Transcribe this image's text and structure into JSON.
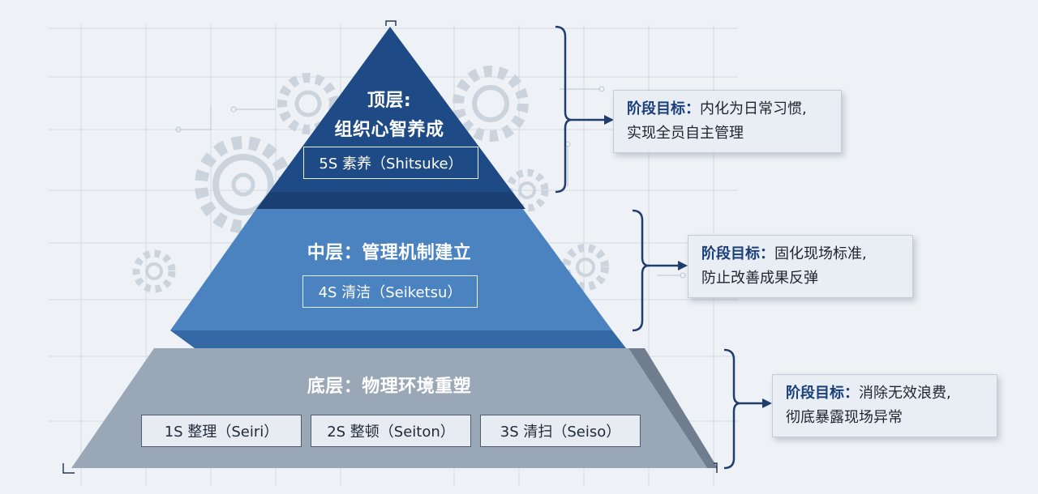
{
  "colors": {
    "top_tier": "#1e4a86",
    "middle_tier": "#4b83c1",
    "bottom_tier": "#9aa7b6",
    "goal_label": "#1b3f78",
    "bracket": "#1f3e6e"
  },
  "tiers": {
    "top": {
      "title_line1": "顶层:",
      "title_line2": "组织心智养成",
      "s_items": [
        "5S 素养（Shitsuke）"
      ]
    },
    "middle": {
      "title": "中层：管理机制建立",
      "s_items": [
        "4S 清洁（Seiketsu）"
      ]
    },
    "bottom": {
      "title": "底层：物理环境重塑",
      "s_items": [
        "1S 整理（Seiri）",
        "2S 整顿（Seiton）",
        "3S 清扫（Seiso）"
      ]
    }
  },
  "goals": [
    {
      "label": "阶段目标：",
      "line1": "内化为日常习惯,",
      "line2": "实现全员自主管理"
    },
    {
      "label": "阶段目标：",
      "line1": "固化现场标准,",
      "line2": "防止改善成果反弹"
    },
    {
      "label": "阶段目标：",
      "line1": "消除无效浪费,",
      "line2": "彻底暴露现场异常"
    }
  ],
  "decor_icons": [
    "gear-icon",
    "arrow-right-icon",
    "bracket-icon"
  ]
}
